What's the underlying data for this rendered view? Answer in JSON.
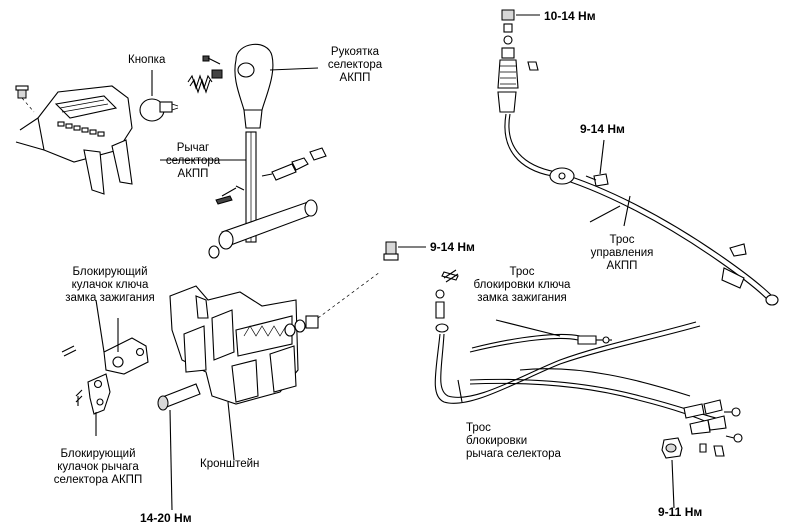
{
  "labels": {
    "button": "Кнопка",
    "handle_line1": "Рукоятка",
    "handle_line2": "селектора",
    "handle_line3": "АКПП",
    "lever_line1": "Рычаг",
    "lever_line2": "селектора",
    "lever_line3": "АКПП",
    "key_cam_line1": "Блокирующий",
    "key_cam_line2": "кулачок ключа",
    "key_cam_line3": "замка зажигания",
    "lever_cam_line1": "Блокирующий",
    "lever_cam_line2": "кулачок рычага",
    "lever_cam_line3": "селектора АКПП",
    "bracket": "Кронштейн",
    "control_cable_line1": "Трос",
    "control_cable_line2": "управления",
    "control_cable_line3": "АКПП",
    "key_cable_line1": "Трос",
    "key_cable_line2": "блокировки ключа",
    "key_cable_line3": "замка зажигания",
    "selector_cable_line1": "Трос",
    "selector_cable_line2": "блокировки",
    "selector_cable_line3": "рычага селектора"
  },
  "torques": {
    "t_top": "10-14 Нм",
    "t_right": "9-14 Нм",
    "t_mid": "9-14 Нм",
    "t_bottom_left": "14-20 Нм",
    "t_bottom_right": "9-11 Нм"
  }
}
